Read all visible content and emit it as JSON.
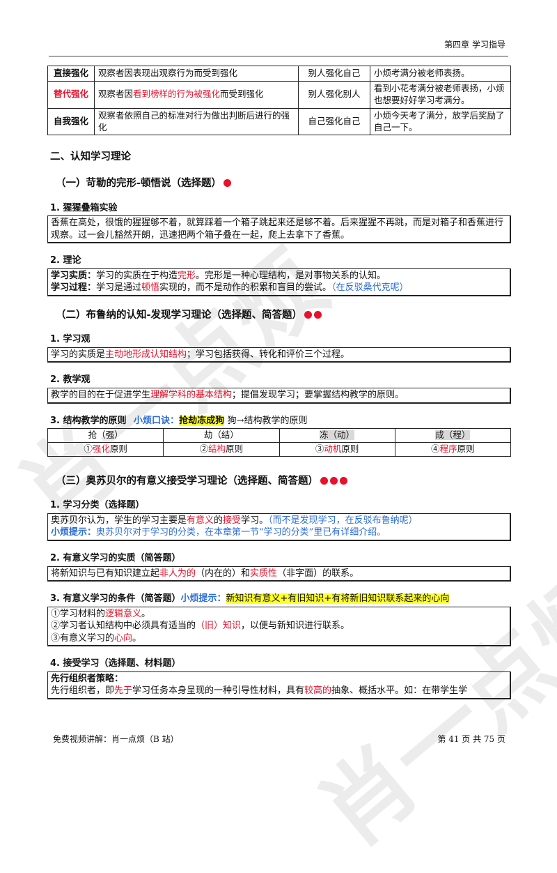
{
  "header": {
    "chapter": "第四章  学习指导"
  },
  "reinforcement_table": [
    {
      "type": "直接强化",
      "type_red": false,
      "desc_parts": [
        {
          "t": "观察者因表现出观察行为而受到强化",
          "c": ""
        }
      ],
      "who": "别人强化自己",
      "example": "小烦考满分被老师表扬。"
    },
    {
      "type": "替代强化",
      "type_red": true,
      "desc_parts": [
        {
          "t": "观察者因",
          "c": ""
        },
        {
          "t": "看到榜样的行为被强化",
          "c": "red"
        },
        {
          "t": "而受到强化",
          "c": ""
        }
      ],
      "who": "别人强化别人",
      "example": "看到小花考满分被老师表扬，小烦也想要好好学习考满分。"
    },
    {
      "type": "自我强化",
      "type_red": false,
      "desc_parts": [
        {
          "t": "观察者依照自己的标准对行为做出判断后进行的强化",
          "c": ""
        }
      ],
      "who": "自己强化自己",
      "example": "小烦今天考了满分，放学后奖励了自己一下。"
    }
  ],
  "section2": {
    "title": "二、认知学习理论"
  },
  "sub1": {
    "title": "（一）苛勒的完形-顿悟说（选择题）",
    "exp_heading": "1.  猩猩叠箱实验",
    "exp_text": "香蕉在高处，很饿的猩猩够不着，就算踩着一个箱子跳起来还是够不着。后来猩猩不再跳，而是对箱子和香蕉进行观察。过一会儿豁然开朗，迅速把两个箱子叠在一起，爬上去拿下了香蕉。",
    "theory_heading": "2.  理论",
    "essence_label": "学习实质：",
    "essence_pre": "学习的实质在于构造",
    "essence_red": "完形",
    "essence_post": "。完形是一种心理结构，是对事物关系的认知。",
    "process_label": "学习过程：",
    "process_pre": "学习是通过",
    "process_red": "顿悟",
    "process_post": "实现的，而不是动作的积累和盲目的尝试。",
    "process_blue": "（在反驳桑代克呢）"
  },
  "sub2": {
    "title": "（二）布鲁纳的认知-发现学习理论（选择题、简答题）",
    "learn_heading": "1.  学习观",
    "learn_pre": "学习的实质是",
    "learn_red": "主动地形成认知结构",
    "learn_post": "；学习包括获得、转化和评价三个过程。",
    "teach_heading": "2.  教学观",
    "teach_pre": "教学的目的在于促进学生",
    "teach_red": "理解学科的基本结构",
    "teach_post": "；提倡发现学习；要掌握结构教学的原则。",
    "principle_heading": "3.  结构教学的原则",
    "mnemonic_label": "小烦口诀：",
    "mnemonic_text": "抢劫冻成狗",
    "mnemonic_post": "狗→结构教学的原则",
    "principles": [
      {
        "head": "抢（强）",
        "num": "①",
        "red": "强化",
        "post": "原则"
      },
      {
        "head": "劫（结）",
        "num": "②",
        "red": "结构",
        "post": "原则"
      },
      {
        "head": "冻（动）",
        "num": "③",
        "red": "动机",
        "post": "原则"
      },
      {
        "head": "成（程）",
        "num": "④",
        "red": "程序",
        "post": "原则"
      }
    ]
  },
  "sub3": {
    "title": "（三）奥苏贝尔的有意义接受学习理论（选择题、简答题）",
    "class_heading": "1.  学习分类（选择题）",
    "class_pre": "奥苏贝尔认为，学生的学习主要是",
    "class_red1": "有意义",
    "class_mid": "的",
    "class_red2": "接受",
    "class_post": "学习。",
    "class_blue": "（而不是发现学习，在反驳布鲁纳呢）",
    "tip_label": "小烦提示：",
    "tip_text": "奥苏贝尔对于学习的分类，在本章第一节“学习的分类”里已有详细介绍。",
    "essence_heading": "2.  有意义学习的实质（简答题）",
    "essence_pre": "将新知识与已有知识建立起",
    "essence_red1": "非人为的",
    "essence_mid": "（内在的）和",
    "essence_red2": "实质性",
    "essence_post": "（非字面）的联系。",
    "cond_heading": "3.  有意义学习的条件（简答题）",
    "cond_tip_label": "小烦提示：",
    "cond_tip_text": "新知识有意义+有旧知识+有将新旧知识联系起来的心向",
    "cond1_pre": "①学习材料的",
    "cond1_red": "逻辑意义",
    "cond1_post": "。",
    "cond2_pre": "②学习者认知结构中必须具有适当的",
    "cond2_red": "（旧）知识",
    "cond2_post": "，以便与新知识进行联系。",
    "cond3_pre": "③有意义学习的",
    "cond3_red": "心向",
    "cond3_post": "。",
    "accept_heading": "4.  接受学习（选择题、材料题）",
    "organizer_label": "先行组织者策略：",
    "organizer_pre": "先行组织者，即",
    "organizer_red1": "先于",
    "organizer_mid": "学习任务本身呈现的一种引导性材料，具有",
    "organizer_red2": "较高的",
    "organizer_post": "抽象、概括水平。如：在带学生学"
  },
  "footer": {
    "left": "免费视频讲解：肖一点烦（B 站）",
    "right": "第 41 页 共 75 页"
  },
  "watermark": {
    "text": "肖一点烦"
  }
}
